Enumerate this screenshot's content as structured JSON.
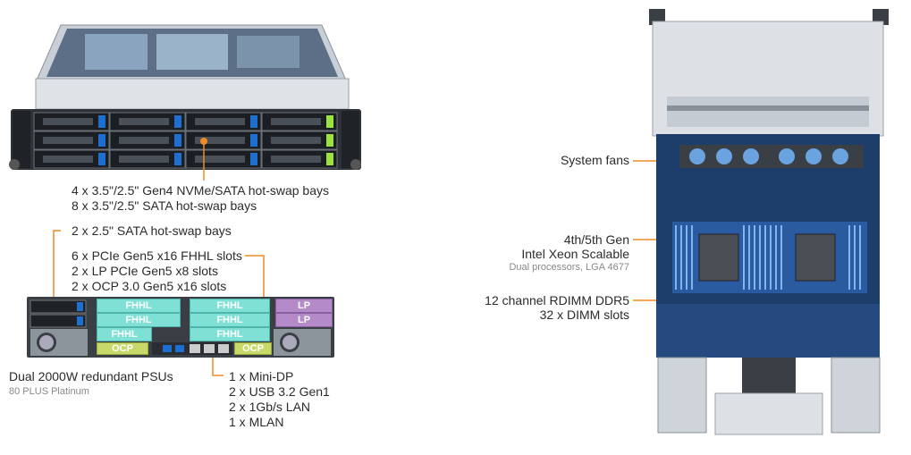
{
  "labels": {
    "bays_main": [
      "4 x 3.5\"/2.5\" Gen4 NVMe/SATA hot-swap bays",
      "8 x 3.5\"/2.5\" SATA hot-swap bays"
    ],
    "bays_rear": "2 x 2.5\" SATA hot-swap bays",
    "pcie": [
      "6 x PCIe Gen5 x16 FHHL slots",
      "2 x LP PCIe Gen5 x8 slots",
      "2 x OCP 3.0 Gen5 x16 slots"
    ],
    "psu": "Dual 2000W redundant PSUs",
    "psu_sub": "80 PLUS Platinum",
    "io": [
      "1 x Mini-DP",
      "2 x USB 3.2 Gen1",
      "2 x 1Gb/s LAN",
      "1 x MLAN"
    ],
    "fans": "System fans",
    "cpu": [
      "4th/5th Gen",
      "Intel Xeon Scalable"
    ],
    "cpu_sub": "Dual processors, LGA 4677",
    "memory": [
      "12 channel RDIMM DDR5",
      "32 x DIMM slots"
    ]
  },
  "rear_panel": {
    "fhhl": [
      "FHHL",
      "FHHL",
      "FHHL",
      "FHHL",
      "FHHL",
      "FHHL"
    ],
    "lp": [
      "LP",
      "LP"
    ],
    "ocp": [
      "OCP",
      "OCP"
    ]
  },
  "colors": {
    "accent": "#f08a24",
    "fhhl": "#7fe0d6",
    "lp": "#b48ac8",
    "ocp": "#c8d96a",
    "chassis": "#3a3f45"
  }
}
